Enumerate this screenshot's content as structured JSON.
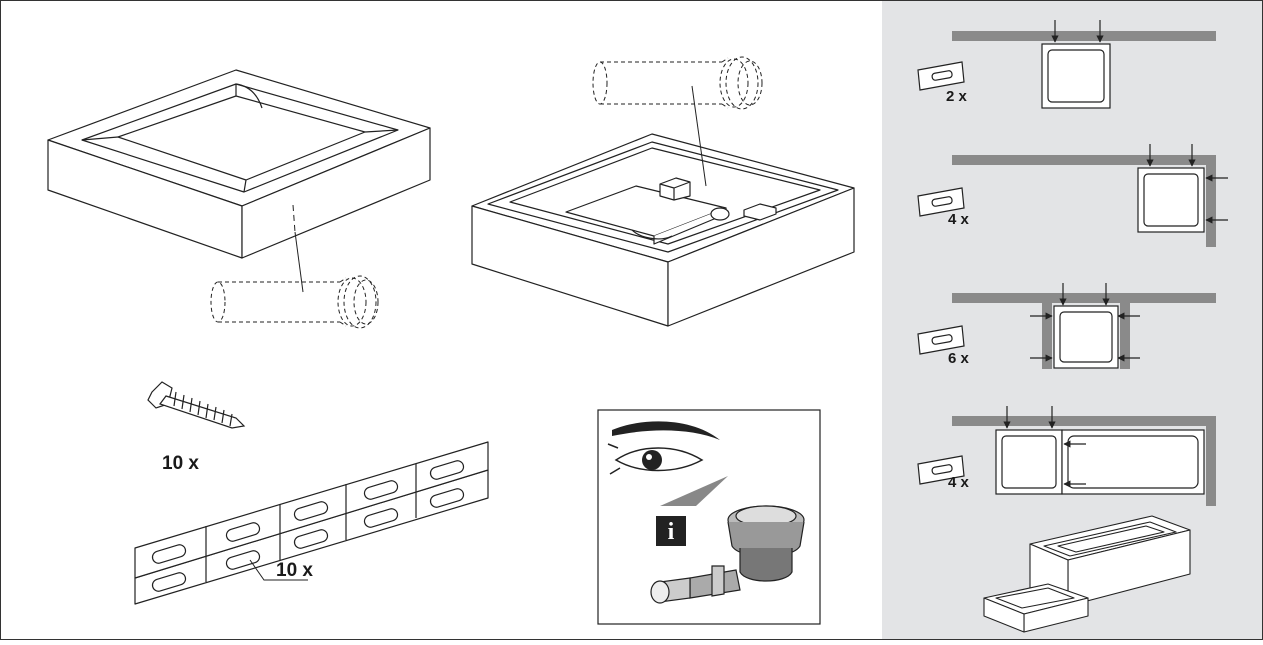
{
  "figure": {
    "screw_count": "10 x",
    "bracket_count": "10 x"
  },
  "layouts": [
    {
      "count": "2 x"
    },
    {
      "count": "4 x"
    },
    {
      "count": "6 x"
    },
    {
      "count": "4 x"
    }
  ],
  "info_icon": "i",
  "colors": {
    "panel_bg": "#e3e4e6",
    "wall": "#8a8a8a",
    "line": "#222222"
  }
}
